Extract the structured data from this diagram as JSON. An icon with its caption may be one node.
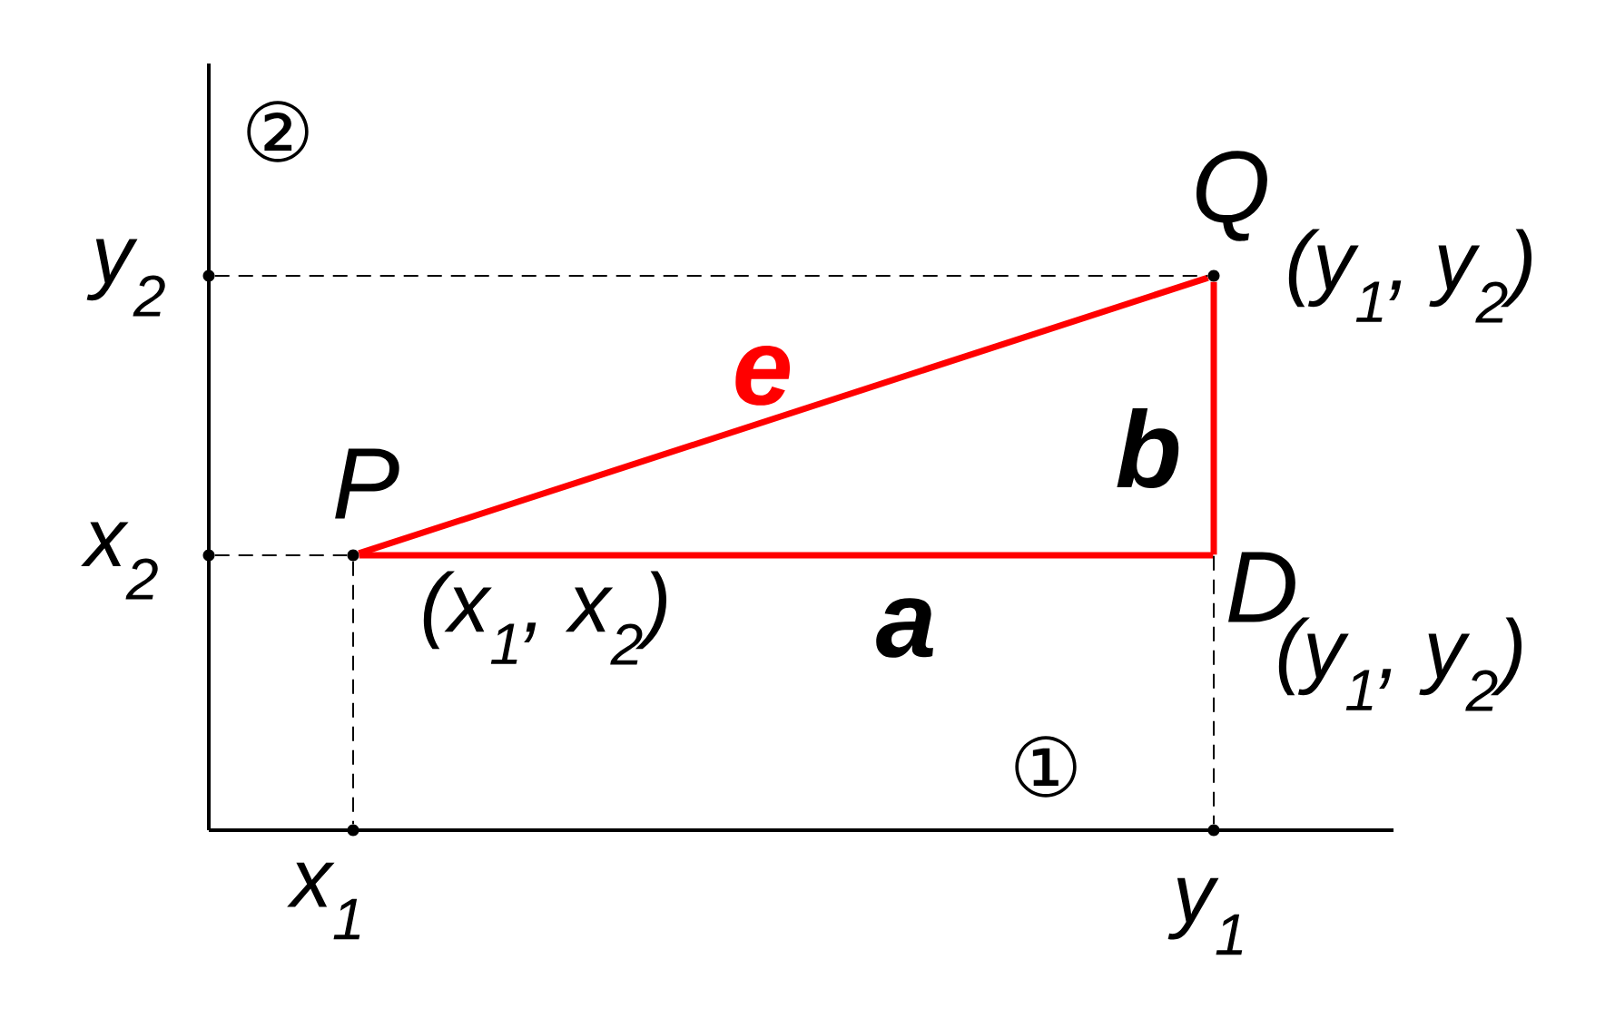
{
  "diagram": {
    "nodes": [
      {
        "text": [
          "P",
          "(x$_{1}$, x$_{2}$)"
        ]
      },
      {
        "text": [
          "Q",
          "(y$_{1}$, y$_{2}$)"
        ]
      },
      {
        "text": [
          "D",
          "(y$_{1}$, y$_{2}$)"
        ]
      },
      {
        "text": [
          "y$_{2}$"
        ]
      },
      {
        "text": [
          "x$_{2}$"
        ]
      },
      {
        "text": [
          "x$_{1}$"
        ]
      },
      {
        "text": [
          "y$_{1}$"
        ]
      }
    ],
    "edges": [
      {
        "from": 0,
        "to": 1,
        "arrow": "none",
        "label": "e",
        "style": "thick",
        "color": "#ff0000"
      },
      {
        "from": 0,
        "to": 2,
        "arrow": "none",
        "label": "a",
        "style": "thick",
        "color": "#ff0000"
      },
      {
        "from": 2,
        "to": 1,
        "arrow": "none",
        "label": "b",
        "style": "thick",
        "color": "#ff0000"
      },
      {
        "from": 3,
        "to": 1,
        "arrow": "none",
        "style": "dashed"
      },
      {
        "from": 4,
        "to": 0,
        "arrow": "none",
        "style": "dashed"
      },
      {
        "from": 0,
        "to": 5,
        "arrow": "none",
        "style": "dashed"
      },
      {
        "from": 2,
        "to": 6,
        "arrow": "none",
        "style": "dashed"
      }
    ],
    "labels": [
      "②",
      "①"
    ]
  }
}
